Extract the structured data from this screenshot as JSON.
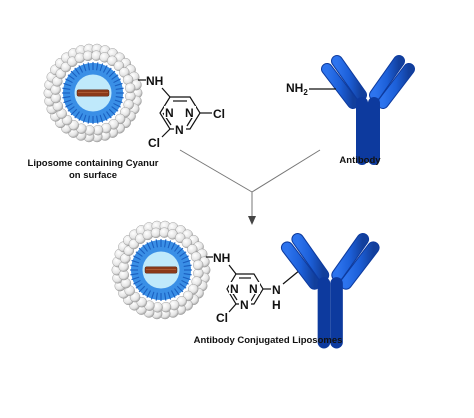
{
  "colors": {
    "antibody": "#1f5fd6",
    "antibody_edge": "#0d3a9e",
    "core": "#bfe9fb",
    "inner_ring": "#3a8fe6",
    "drug": "#8b3a1a",
    "arrow": "#777777"
  },
  "labels": {
    "liposome_line1": "Liposome containing Cyanur",
    "liposome_line2": "on surface",
    "antibody": "Antibody",
    "product": "Antibody Conjugated Liposomes"
  },
  "chem": {
    "amine_label": "NH",
    "amine_subscript": "2",
    "nh": "NH",
    "n": "N",
    "h": "H",
    "cl": "Cl"
  }
}
